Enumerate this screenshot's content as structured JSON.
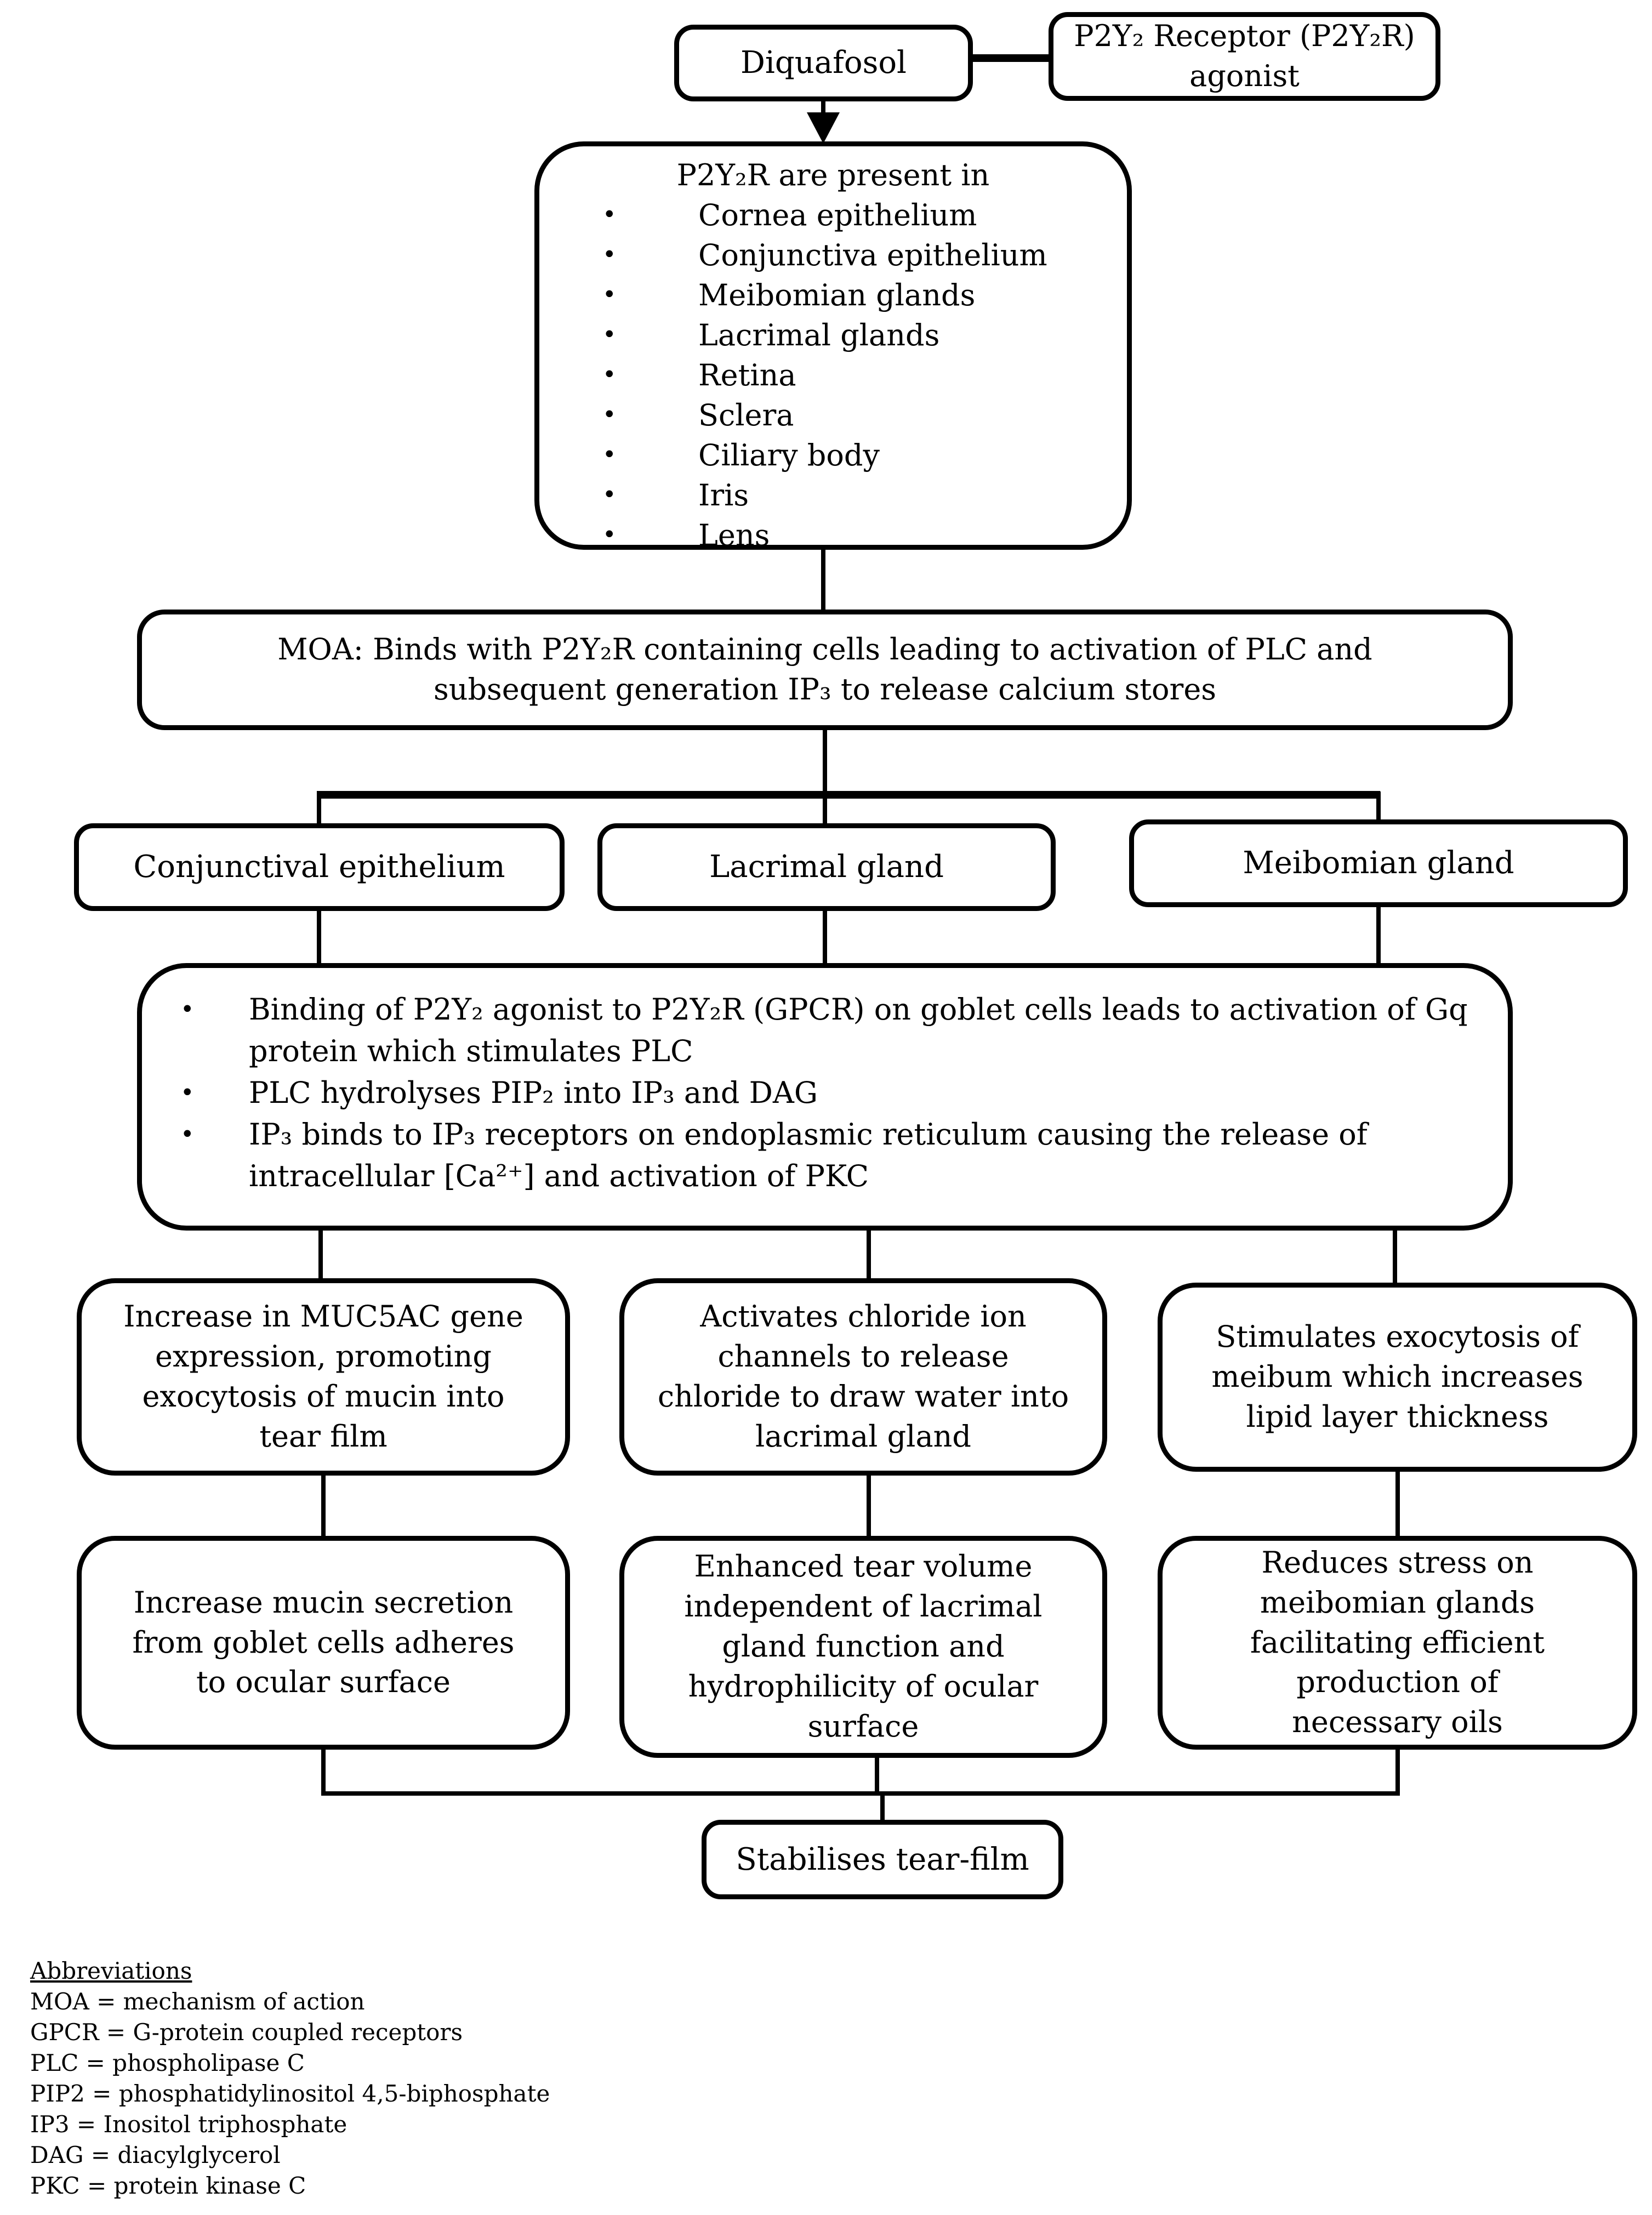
{
  "colors": {
    "ink": "#000000",
    "background": "#ffffff"
  },
  "title_box": {
    "label": "Diquafosol"
  },
  "agonist_box": {
    "label": "P2Y₂ Receptor (P2Y₂R) agonist"
  },
  "presence_box": {
    "title": "P2Y₂R are present in",
    "items": [
      "Cornea epithelium",
      "Conjunctiva epithelium",
      "Meibomian glands",
      "Lacrimal glands",
      "Retina",
      "Sclera",
      "Ciliary body",
      "Iris",
      "Lens"
    ]
  },
  "moa_box": {
    "text": "MOA: Binds with P2Y₂R  containing cells leading to activation of PLC and subsequent generation IP₃ to release calcium stores"
  },
  "branches": {
    "left": "Conjunctival epithelium",
    "center": "Lacrimal gland",
    "right": "Meibomian gland"
  },
  "mechanism_box": {
    "items": [
      "Binding of P2Y₂ agonist to P2Y₂R (GPCR) on goblet cells leads to activation of Gq protein which stimulates PLC",
      "PLC hydrolyses PIP₂ into IP₃ and DAG",
      "IP₃ binds to IP₃ receptors on endoplasmic reticulum causing the release of intracellular [Ca²⁺] and activation of PKC"
    ]
  },
  "effects": {
    "left": "Increase in MUC5AC gene expression, promoting exocytosis of mucin into tear film",
    "center": "Activates chloride ion channels to release chloride to draw water into lacrimal gland",
    "right": "Stimulates exocytosis of meibum which increases lipid layer thickness"
  },
  "outcomes": {
    "left": "Increase mucin secretion from goblet cells adheres to ocular surface",
    "center": "Enhanced tear volume independent of lacrimal gland function and hydrophilicity of ocular surface",
    "right": "Reduces stress on meibomian glands facilitating efficient production of necessary oils"
  },
  "final_box": {
    "label": "Stabilises tear-film"
  },
  "abbreviations": {
    "title": "Abbreviations",
    "items": [
      "MOA = mechanism of action",
      "GPCR = G-protein coupled receptors",
      "PLC = phospholipase C",
      "PIP2 = phosphatidylinositol 4,5-biphosphate",
      "IP3 = Inositol triphosphate",
      "DAG = diacylglycerol",
      "PKC = protein kinase C"
    ]
  }
}
